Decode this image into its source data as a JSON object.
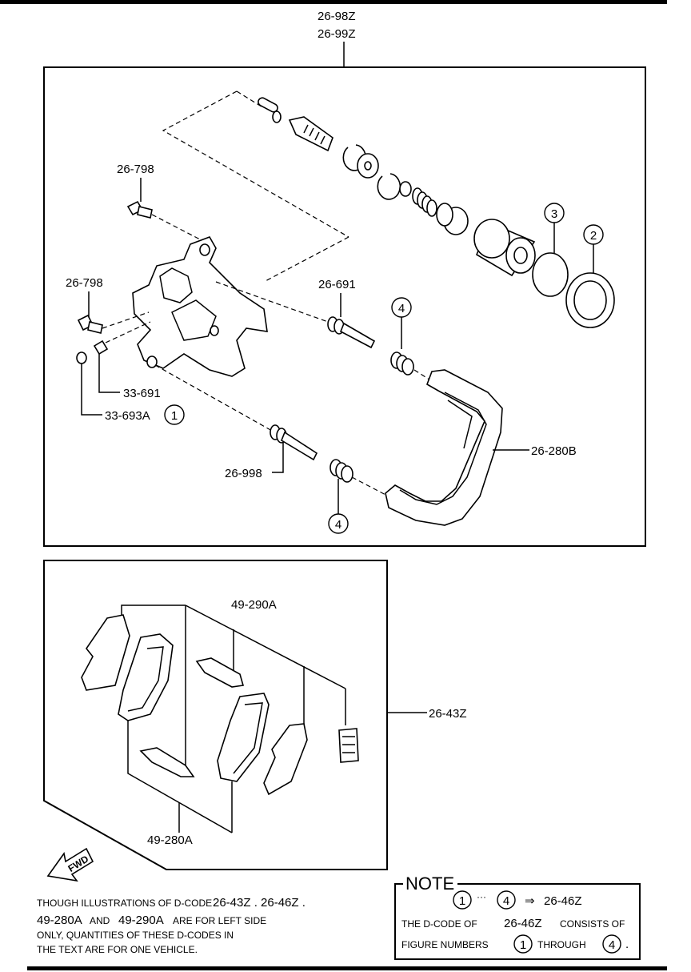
{
  "labels": {
    "assembly_top_1": "26-98Z",
    "assembly_top_2": "26-99Z",
    "bolt_upper": "26-798",
    "bolt_left": "26-798",
    "guide_pin_upper": "26-691",
    "bleeder_screw": "33-691",
    "bleeder_cap": "33-693A",
    "bleeder_cap_ref": "1",
    "guide_pin_lower": "26-998",
    "bracket": "26-280B",
    "piston_seal_ref": "3",
    "dust_boot_ref": "2",
    "boot_upper_ref": "4",
    "boot_lower_ref": "4",
    "pad_kit": "26-43Z",
    "shim_kit_upper": "49-290A",
    "shim_kit_lower": "49-280A",
    "fwd": "FWD"
  },
  "left_note": {
    "line1_a": "THOUGH ILLUSTRATIONS OF D-CODE",
    "line1_b": "26-43Z . 26-46Z .",
    "line2_a": "49-280A",
    "line2_b": "AND",
    "line2_c": "49-290A",
    "line2_d": "ARE FOR LEFT SIDE",
    "line3": "ONLY, QUANTITIES OF THESE D-CODES IN",
    "line4": "THE TEXT ARE FOR ONE VEHICLE."
  },
  "note_box": {
    "title": "NOTE",
    "ref_from": "1",
    "ellipsis": "···",
    "ref_to": "4",
    "arrow": "⇒",
    "code": "26-46Z",
    "line2_a": "THE D-CODE OF",
    "line2_b": "26-46Z",
    "line2_c": "CONSISTS OF",
    "line3_a": "FIGURE NUMBERS",
    "line3_ref_from": "1",
    "line3_b": "THROUGH",
    "line3_ref_to": "4",
    "line3_end": "."
  }
}
